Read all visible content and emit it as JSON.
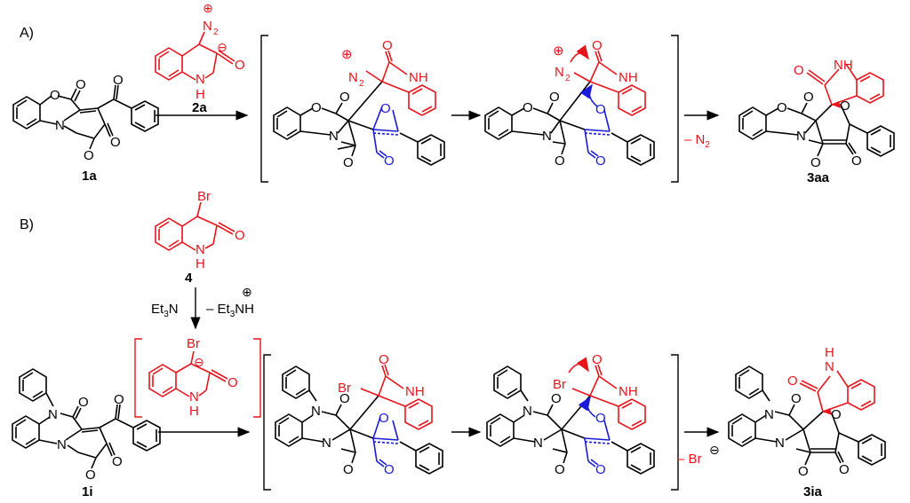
{
  "colors": {
    "default": "#000000",
    "reagent": "#e8141c",
    "highlight": "#1a1adb"
  },
  "section_a": {
    "label": "A)",
    "compound_1": "1a",
    "reagent": {
      "label": "2a",
      "atoms": {
        "n2": "N",
        "n2_sub": "2",
        "plus": "⊕",
        "minus": "⊖",
        "o": "O",
        "nh": "N",
        "nh_h": "H"
      }
    },
    "intermediate_1": {
      "n2": "N",
      "n2_sub": "2",
      "plus": "⊕"
    },
    "intermediate_2": {
      "n2": "N",
      "n2_sub": "2",
      "plus": "⊕"
    },
    "elimination": {
      "minus": "– N",
      "sub": "2"
    },
    "product": "3aa"
  },
  "section_b": {
    "label": "B)",
    "reagent": {
      "label": "4",
      "br": "Br"
    },
    "base": {
      "left": "Et",
      "left_sub": "3",
      "left_tail": "N",
      "right": "– Et",
      "right_sub": "3",
      "right_tail": "NH",
      "plus": "⊕"
    },
    "anion": {
      "br": "Br",
      "minus": "⊖"
    },
    "compound_1": "1i",
    "intermediate_1": {
      "br": "Br"
    },
    "intermediate_2": {
      "br": "Br"
    },
    "elimination": {
      "text": "– Br",
      "minus": "⊖"
    },
    "product": "3ia"
  },
  "atoms": {
    "O": "O",
    "N": "N",
    "NH": "NH",
    "H": "H"
  }
}
